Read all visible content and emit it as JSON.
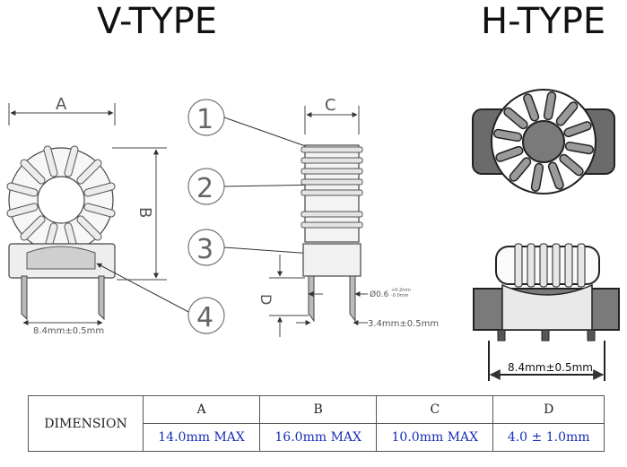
{
  "titles": {
    "v_type": "V-TYPE",
    "h_type": "H-TYPE"
  },
  "dimension_letters": {
    "a": "A",
    "b": "B",
    "c": "C",
    "d": "D"
  },
  "callouts": [
    "1",
    "2",
    "3",
    "4"
  ],
  "annotations": {
    "pin_pitch_v": "8.4mm±0.5mm",
    "pin_pitch_side": "3.4mm±0.5mm",
    "pin_diameter": "Ø0.6",
    "pin_diameter_tol_plus": "+0.2mm",
    "pin_diameter_tol_minus": "-0.0mm",
    "pin_pitch_h": "8.4mm±0.5mm"
  },
  "table": {
    "row_label": "DIMENSION",
    "columns": [
      {
        "name": "A",
        "value": "14.0mm MAX"
      },
      {
        "name": "B",
        "value": "16.0mm MAX"
      },
      {
        "name": "C",
        "value": "10.0mm MAX"
      },
      {
        "name": "D",
        "value": "4.0 ± 1.0mm"
      }
    ]
  },
  "colors": {
    "line": "#333333",
    "winding_fill": "#f4f4f4",
    "core_fill": "#bbbbbb",
    "base_dark": "#666666",
    "table_value_text": "#1a2fb5"
  }
}
